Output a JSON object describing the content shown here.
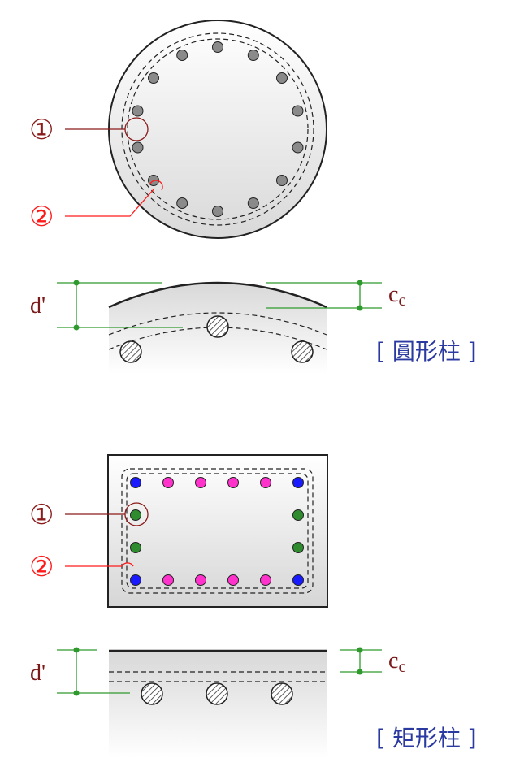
{
  "colors": {
    "outline": "#222222",
    "concrete_top": "#ffffff",
    "concrete_bottom": "#d7d7d7",
    "bar_gray": "#8a8a8a",
    "bar_corner": "#1a1aff",
    "bar_side_x": "#ff33cc",
    "bar_side_y": "#2e8b2e",
    "callout_1": "#8b1a1a",
    "callout_2": "#ff1a1a",
    "dim_line": "#2e9a2e",
    "dim_text": "#7a1a1a",
    "title_text": "#2b3aa0"
  },
  "callouts": {
    "one": "①",
    "two": "②"
  },
  "labels": {
    "d_prime": "d'",
    "c_main": "c",
    "c_sub": "c",
    "circular_title": "[ 圓形柱 ]",
    "rect_title": "[ 矩形柱 ]"
  }
}
